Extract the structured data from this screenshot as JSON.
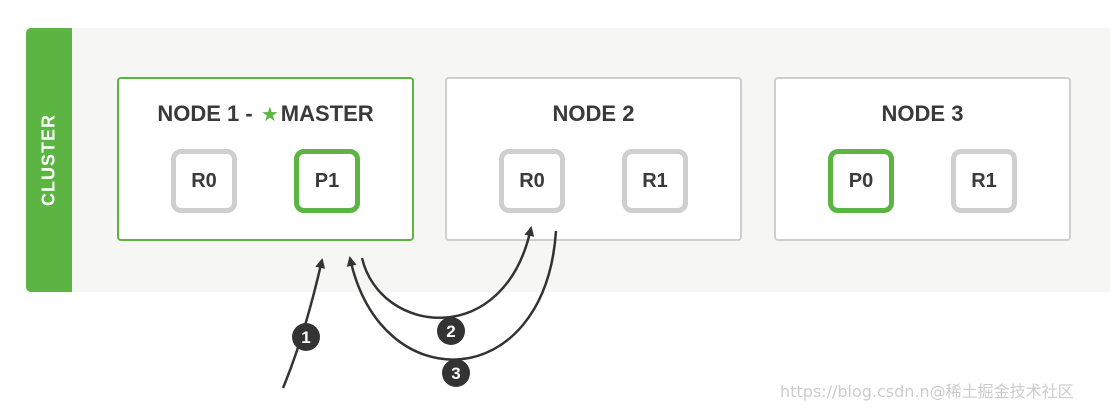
{
  "cluster": {
    "label": "CLUSTER"
  },
  "nodes": [
    {
      "title": "NODE 1 - ",
      "master_label": "MASTER",
      "master_icon": "star-icon",
      "is_master": true,
      "shards": [
        {
          "label": "R0",
          "type": "replica"
        },
        {
          "label": "P1",
          "type": "primary"
        }
      ]
    },
    {
      "title": "NODE 2",
      "shards": [
        {
          "label": "R0",
          "type": "replica"
        },
        {
          "label": "R1",
          "type": "replica"
        }
      ]
    },
    {
      "title": "NODE 3",
      "shards": [
        {
          "label": "P0",
          "type": "primary"
        },
        {
          "label": "R1",
          "type": "replica"
        }
      ]
    }
  ],
  "steps": [
    "1",
    "2",
    "3"
  ],
  "watermark": "https://blog.csdn.n@稀土掘金技术社区",
  "colors": {
    "accent": "#5cb543",
    "shard_border": "#cfcfcf",
    "text": "#3a3a3a",
    "arrow": "#333333"
  }
}
